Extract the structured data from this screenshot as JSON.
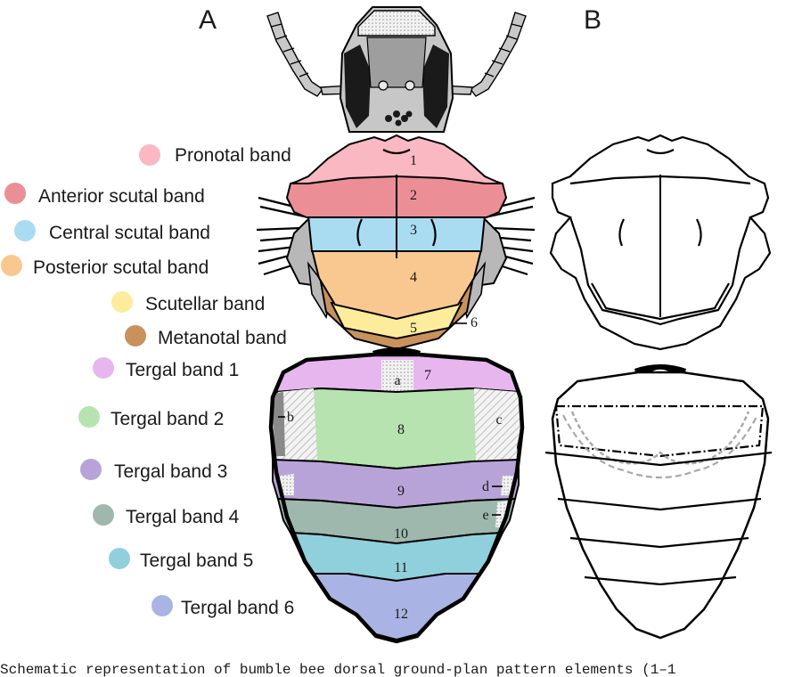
{
  "panels": {
    "a": "A",
    "b": "B"
  },
  "legend": [
    {
      "label": "Pronotal band",
      "color": "#f9b8c2"
    },
    {
      "label": "Anterior scutal band",
      "color": "#ec8e96"
    },
    {
      "label": "Central scutal band",
      "color": "#a9dcf0"
    },
    {
      "label": "Posterior scutal band",
      "color": "#f9c890"
    },
    {
      "label": "Scutellar band",
      "color": "#fcec9c"
    },
    {
      "label": "Metanotal band",
      "color": "#c9915c"
    },
    {
      "label": "Tergal band 1",
      "color": "#e7b6ef"
    },
    {
      "label": "Tergal band 2",
      "color": "#b6e3b0"
    },
    {
      "label": "Tergal band 3",
      "color": "#b8a3d9"
    },
    {
      "label": "Tergal band 4",
      "color": "#9fb8ad"
    },
    {
      "label": "Tergal band 5",
      "color": "#8fd0dc"
    },
    {
      "label": "Tergal band 6",
      "color": "#a9b4e4"
    }
  ],
  "numbers": [
    "1",
    "2",
    "3",
    "4",
    "5",
    "6",
    "7",
    "8",
    "9",
    "10",
    "11",
    "12"
  ],
  "letters": [
    "a",
    "b",
    "c",
    "d",
    "e"
  ],
  "caption": "Schematic representation of bumble bee dorsal ground-plan pattern elements (1–1"
}
